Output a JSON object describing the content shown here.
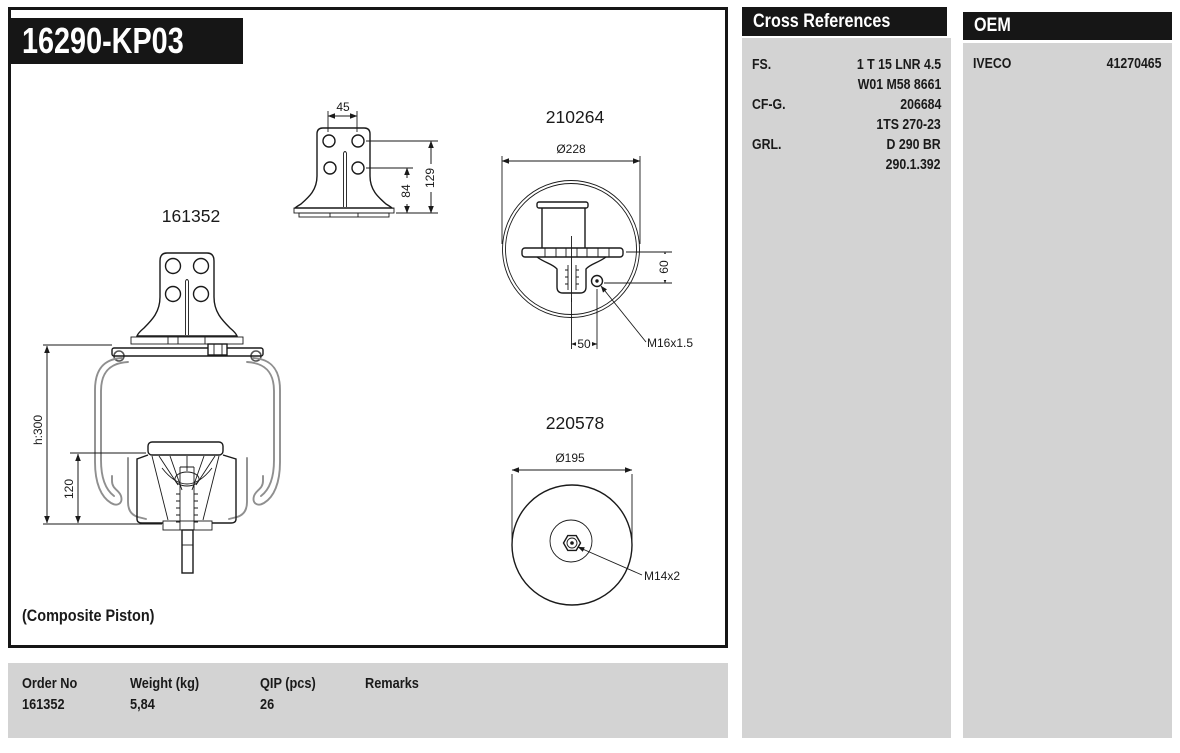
{
  "header": {
    "part_number": "16290-KP03"
  },
  "drawing": {
    "caption": "(Composite Piston)",
    "views": {
      "assembly_label": "161352",
      "top_view_label": "210264",
      "bottom_view_label": "220578"
    },
    "dims": {
      "bracket_hole_spacing": "45",
      "bracket_height_1": "84",
      "bracket_height_2": "129",
      "top_diameter": "Ø228",
      "stud_offset_vertical": "60",
      "stud_offset_horizontal": "50",
      "air_fitting_thread": "M16x1.5",
      "assembly_height": "h:300",
      "piston_height": "120",
      "piston_diameter": "Ø195",
      "piston_stud_thread": "M14x2"
    }
  },
  "cross_references": {
    "title": "Cross References",
    "rows": [
      {
        "brand": "FS.",
        "number": "1 T 15 LNR 4.5"
      },
      {
        "brand": "",
        "number": "W01 M58 8661"
      },
      {
        "brand": "CF-G.",
        "number": "206684"
      },
      {
        "brand": "",
        "number": "1TS 270-23"
      },
      {
        "brand": "GRL.",
        "number": "D 290 BR"
      },
      {
        "brand": "",
        "number": "290.1.392"
      }
    ]
  },
  "oem": {
    "title": "OEM",
    "rows": [
      {
        "brand": "IVECO",
        "number": "41270465"
      }
    ]
  },
  "order_table": {
    "headers": {
      "order_no": "Order No",
      "weight": "Weight (kg)",
      "qip": "QIP (pcs)",
      "remarks": "Remarks"
    },
    "row": {
      "order_no": "161352",
      "weight": "5,84",
      "qip": "26",
      "remarks": ""
    }
  }
}
